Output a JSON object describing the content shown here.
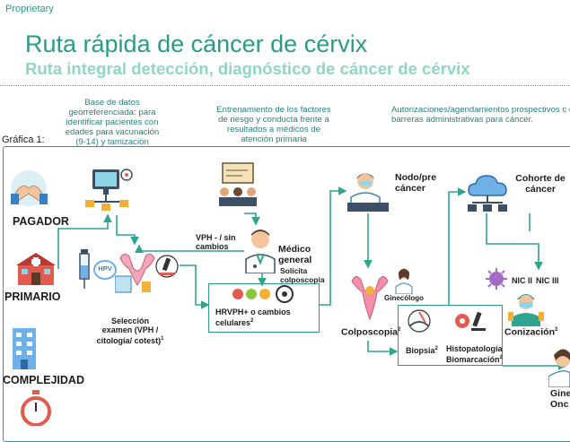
{
  "header": {
    "proprietary": "Proprietary",
    "title": "Ruta rápida de cáncer de cérvix",
    "subtitle": "Ruta integral detección, diagnóstico de cáncer de cérvix"
  },
  "descriptions": {
    "col1": "Base de datos georreferenciada: para identificar pacientes con edades para vacunación (9-14) y  tamización",
    "col2": "Entrenamiento de los factores de riesgo y conducta frente a resultados a médicos de atención primaria",
    "col3": "Autorizaciones/agendamientos prospectivos c de barreras administrativas para cáncer."
  },
  "figure_label": "Gráfica 1:",
  "actors": {
    "pagador": "PAGADOR",
    "primario": "PRIMARIO",
    "complejidad": "COMPLEJIDAD"
  },
  "nodes": {
    "hpv_badge": "HPV",
    "seleccion": "Selección examen (VPH / citología/ cotest)",
    "seleccion_sup": "1",
    "vph_sin_cambios": "VPH - / sin cambios",
    "medico_general": "Médico general",
    "solicita": "Solicita colposcopia",
    "hrvph": "HRVPH+ o cambios celulares",
    "hrvph_sup": "2",
    "nodo_pre": "Nodo/pre cáncer",
    "ginecologo": "Ginecólogo",
    "colposcopia": "Colposcopia",
    "colposcopia_sup": "2",
    "biopsia": "Biopsia",
    "biopsia_sup": "2",
    "histopatologia": "Histopatología Biomarcación",
    "histopatologia_sup": "2",
    "cohorte": "Cohorte de cáncer",
    "nic2": "NIC II",
    "nic3": "NIC III",
    "conizacion": "Conización",
    "conizacion_sup": "2",
    "gine_onco": "Gine Onc"
  },
  "colors": {
    "teal": "#2b9a8a",
    "mint": "#8fd6c4",
    "flow": "#2fa48f"
  },
  "icons": [
    "handshake-icon",
    "hospital-icon",
    "building-icon",
    "stopwatch-icon",
    "computer-network-icon",
    "training-icon",
    "doctor-icon",
    "vaccine-icon",
    "cervix-icon",
    "microscope-icon",
    "virus-icon",
    "cell-icon",
    "doctor-female-icon",
    "cloud-network-icon",
    "uterus-icon",
    "biopsy-icon",
    "surgeon-icon"
  ]
}
